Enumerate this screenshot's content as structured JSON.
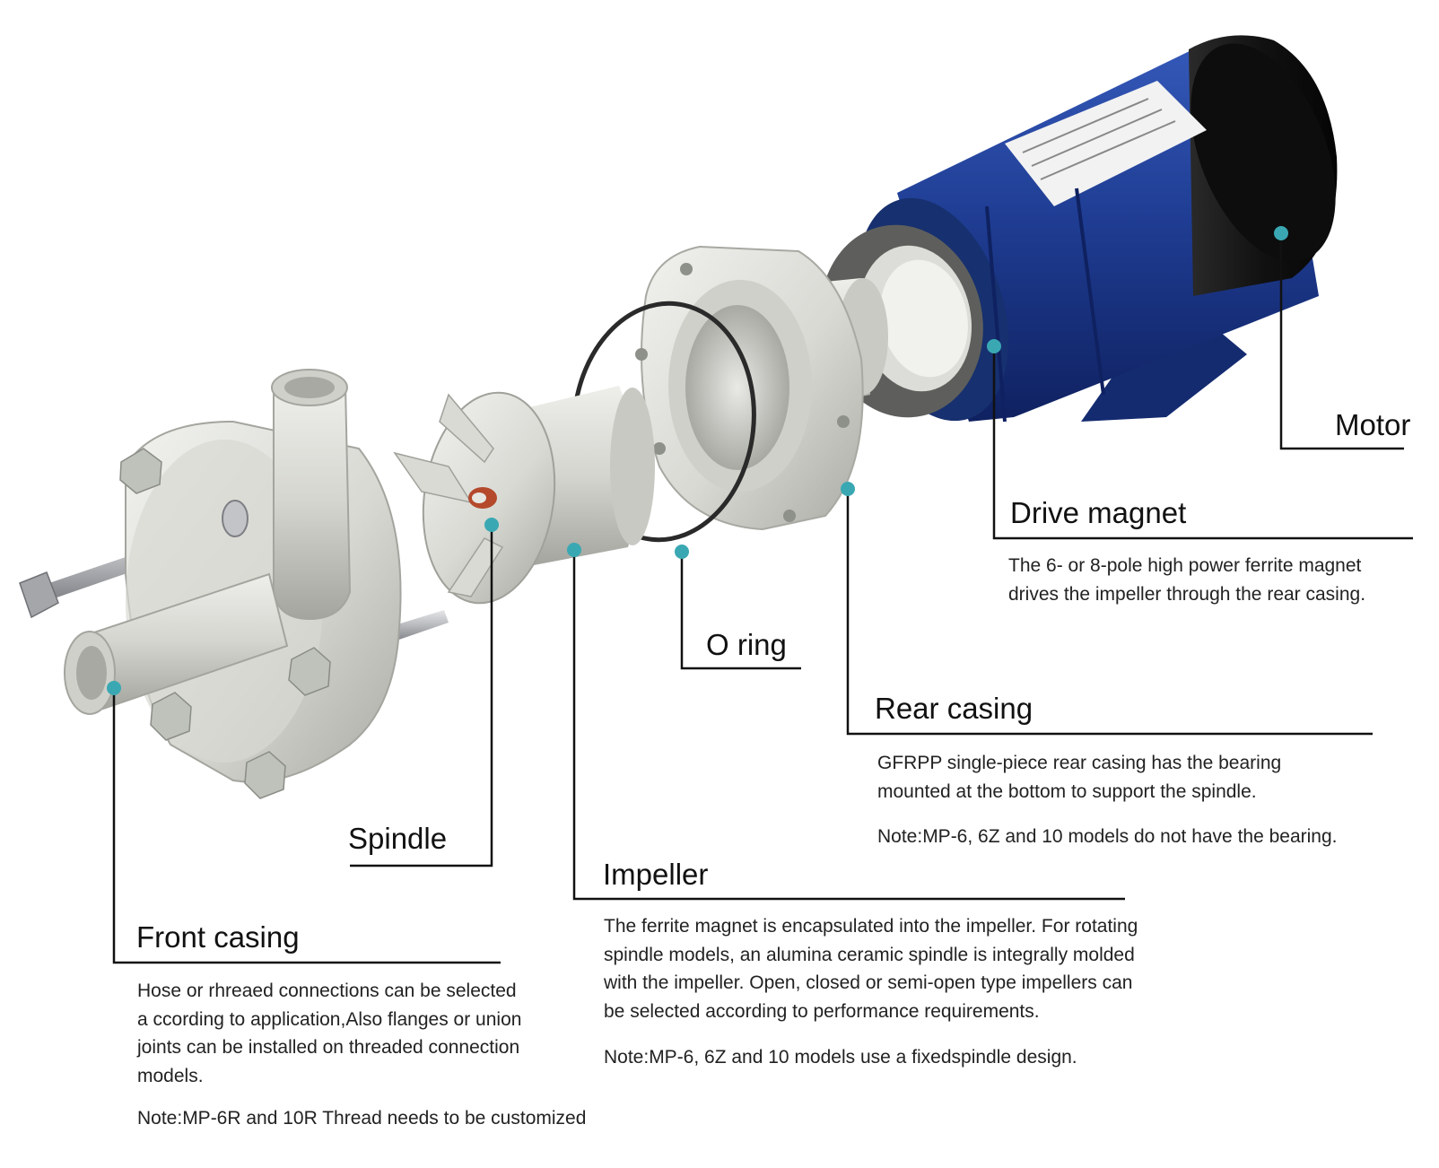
{
  "colors": {
    "leader_line": "#111111",
    "dot": "#3aa8b3",
    "plastic_light": "#e4e5e0",
    "plastic_mid": "#c5c7c0",
    "plastic_dark": "#9a9c95",
    "motor_blue": "#1d3a8c",
    "motor_black": "#151515",
    "o_ring": "#2a2a2a",
    "magnet_orange": "#b4492b"
  },
  "labels": {
    "motor": {
      "title": "Motor"
    },
    "drive_magnet": {
      "title": "Drive magnet",
      "desc": [
        "The 6- or 8-pole high power ferrite magnet",
        "drives the impeller through the rear casing."
      ]
    },
    "o_ring": {
      "title": "O ring"
    },
    "rear_casing": {
      "title": "Rear casing",
      "desc": [
        "GFRPP single-piece rear casing has the bearing",
        "mounted at the bottom to support the spindle."
      ],
      "note": "Note:MP-6, 6Z and 10 models do not have the bearing."
    },
    "spindle": {
      "title": "Spindle"
    },
    "impeller": {
      "title": "Impeller",
      "desc": [
        "The ferrite magnet is encapsulated into the impeller. For rotating",
        "spindle models, an alumina ceramic spindle is integrally molded",
        "with the impeller. Open, closed or semi-open type impellers can",
        "be selected according to performance requirements."
      ],
      "note": "Note:MP-6, 6Z and 10 models use a fixedspindle design."
    },
    "front_casing": {
      "title": "Front casing",
      "desc": [
        "Hose or rhreaed connections can be selected",
        "a ccording to application,Also flanges or union",
        "joints can be installed on threaded connection",
        "models."
      ],
      "note": "Note:MP-6R and 10R Thread needs to be customized"
    }
  },
  "icons": [
    "pump-front-casing-icon",
    "impeller-icon",
    "o-ring-icon",
    "rear-casing-icon",
    "drive-magnet-icon",
    "motor-icon"
  ]
}
